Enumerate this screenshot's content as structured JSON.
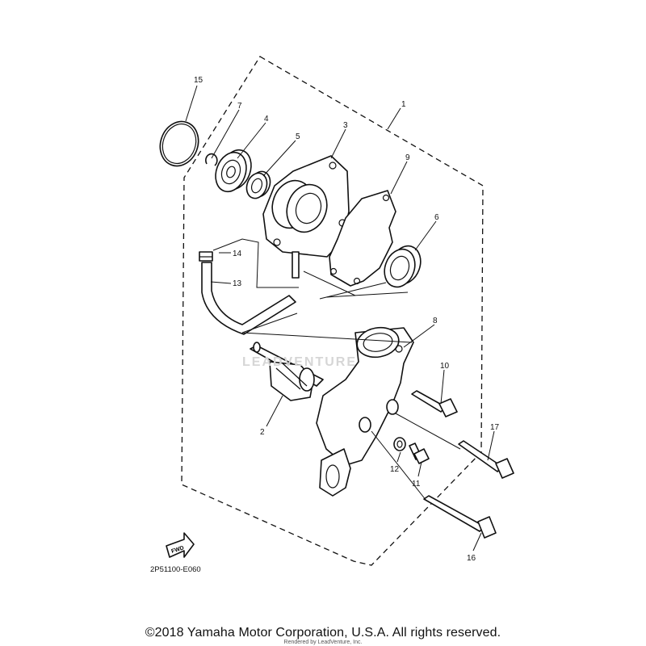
{
  "diagram": {
    "drawing_code": "2P51100-E060",
    "copyright": "©2018 Yamaha Motor Corporation, U.S.A. All rights reserved.",
    "render_credit": "Rendered by LeadVenture, Inc.",
    "fwd_label": "FWD",
    "watermark": "LEADVENTURE",
    "callouts": {
      "c1": "1",
      "c2": "2",
      "c3": "3",
      "c4": "4",
      "c5": "5",
      "c6": "6",
      "c7": "7",
      "c8": "8",
      "c9": "9",
      "c10": "10",
      "c11": "11",
      "c12": "12",
      "c13": "13",
      "c14": "14",
      "c15": "15",
      "c16": "16",
      "c17": "17"
    }
  }
}
